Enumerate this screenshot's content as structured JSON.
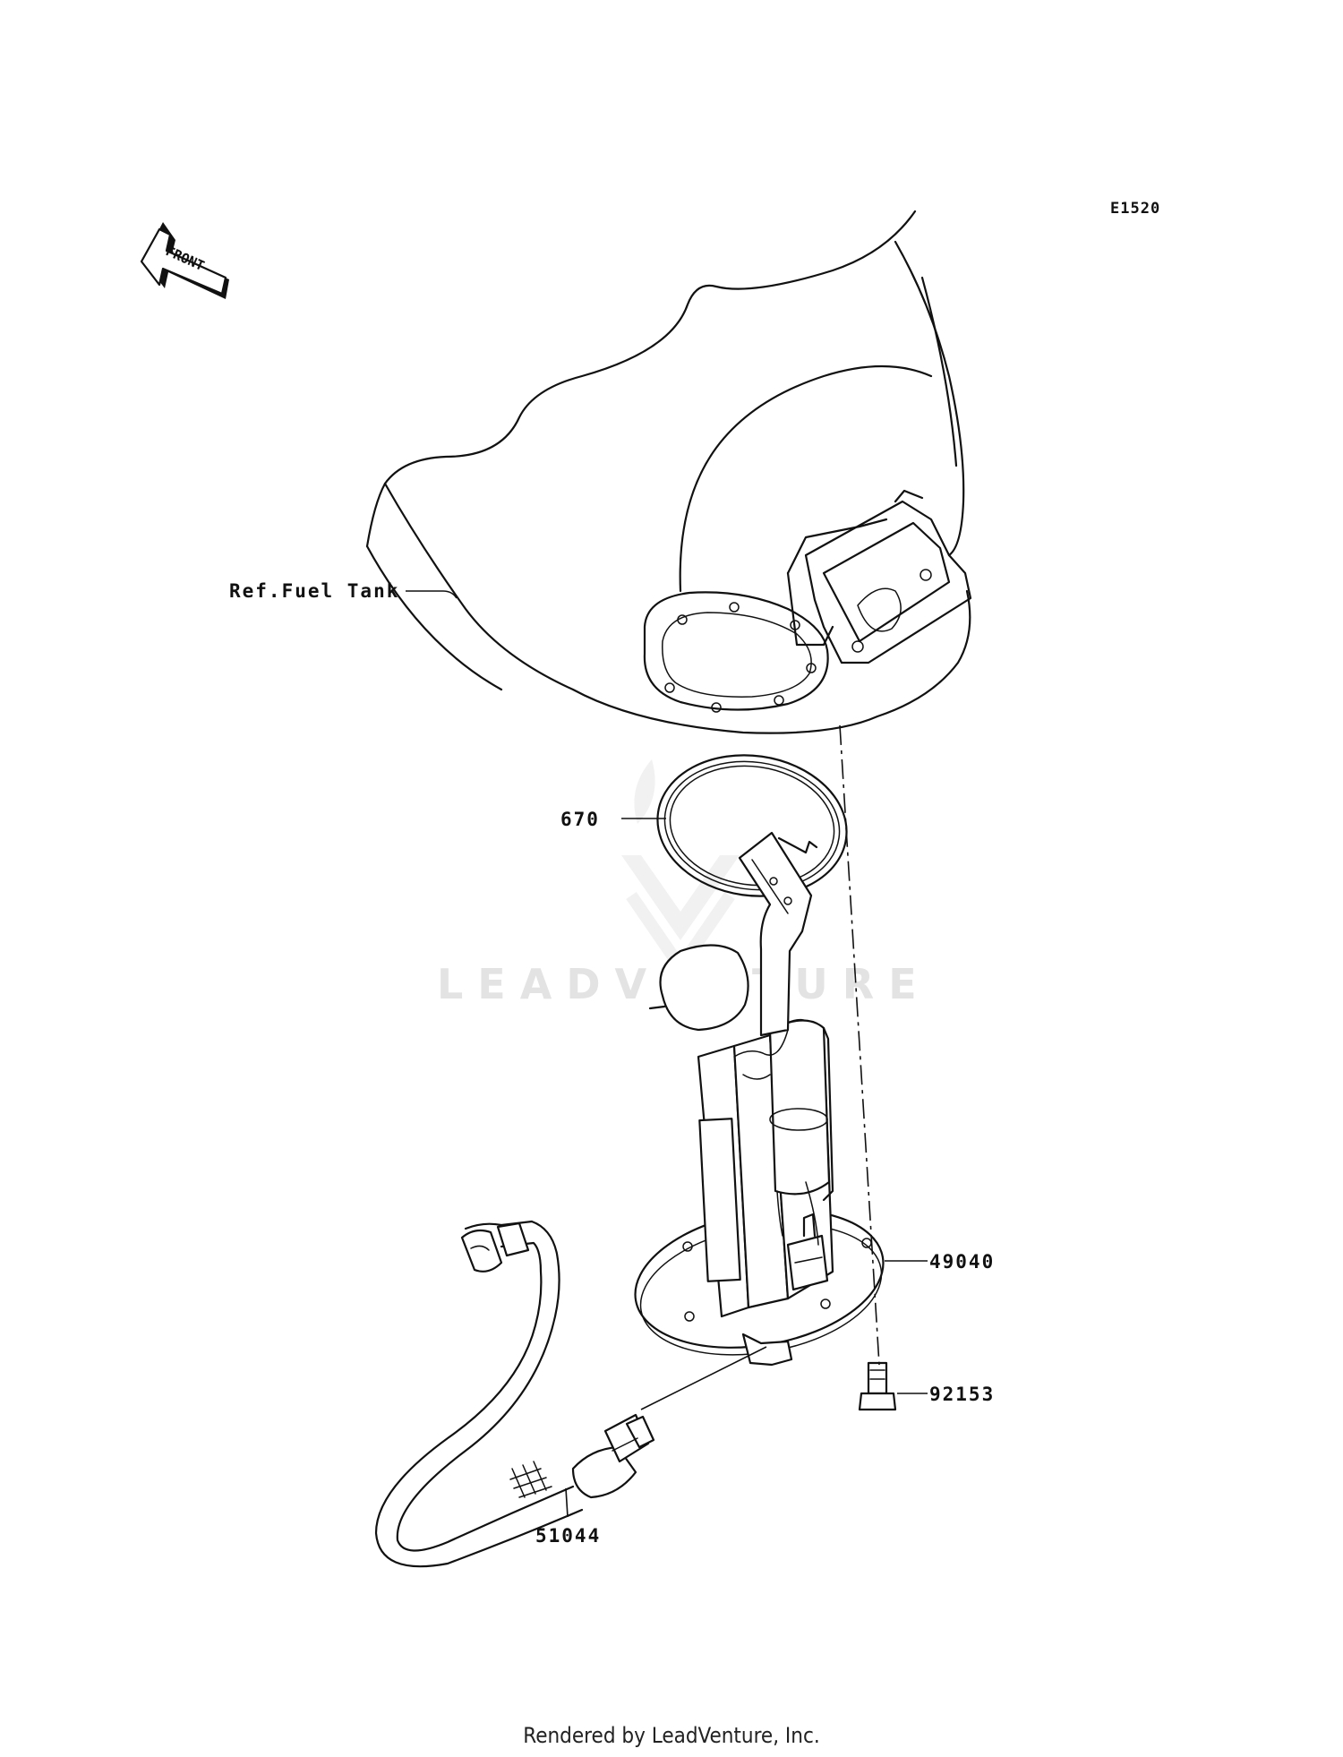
{
  "diagram_code": "E1520",
  "front_label": "FRONT",
  "watermark": "LEADVENTURE",
  "footer": "Rendered by LeadVenture, Inc.",
  "callouts": [
    {
      "id": "fuel-tank",
      "text": "Ref.Fuel Tank"
    },
    {
      "id": "gasket",
      "text": "670"
    },
    {
      "id": "fuel-pump",
      "text": "49040"
    },
    {
      "id": "bolt",
      "text": "92153"
    },
    {
      "id": "hose",
      "text": "51044"
    }
  ]
}
